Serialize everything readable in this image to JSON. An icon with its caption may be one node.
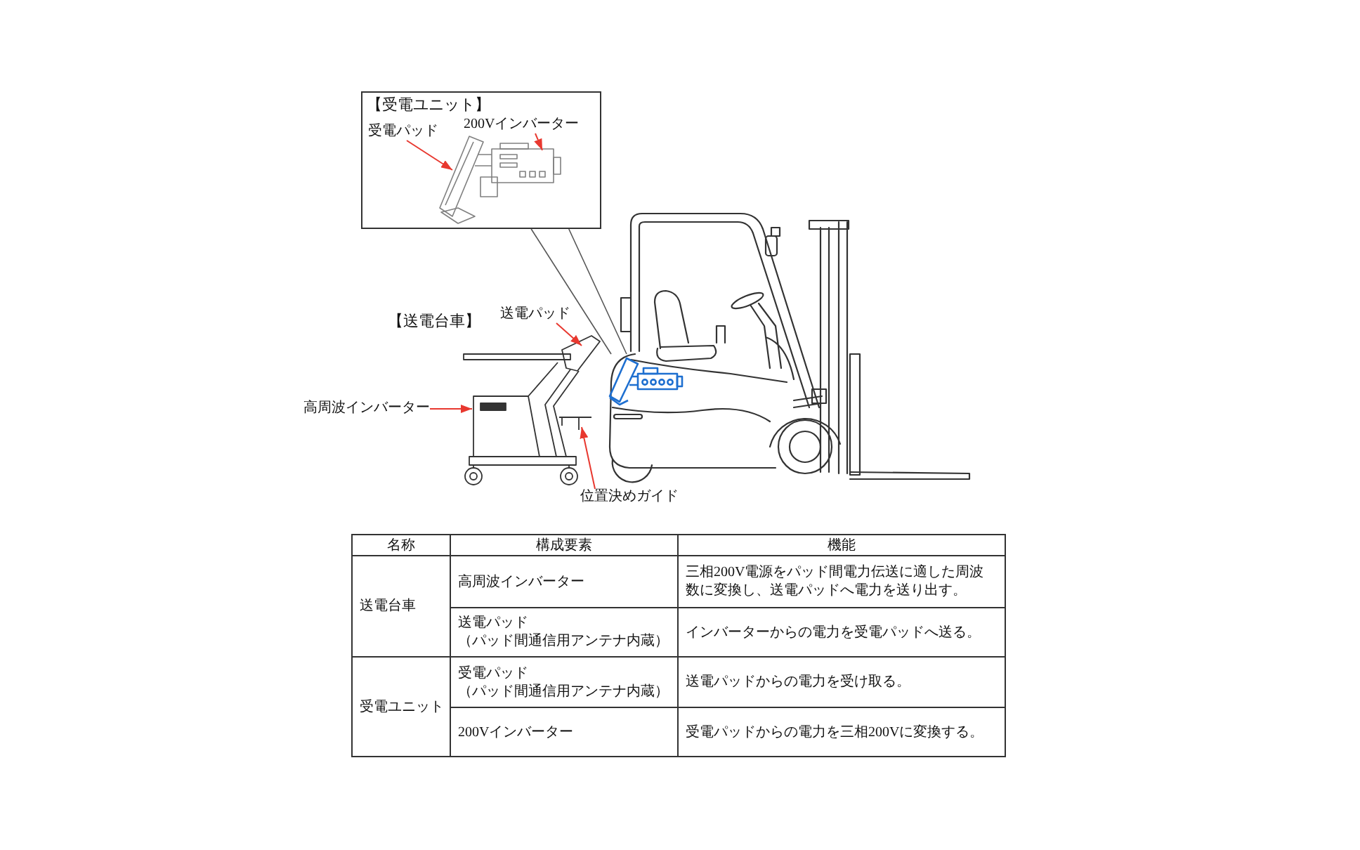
{
  "diagram": {
    "nodes": [
      {
        "text": [
          "【受電ユニット】"
        ]
      },
      {
        "text": [
          "受電パッド"
        ],
        "in": 0
      },
      {
        "text": [
          "200Vインバーター"
        ],
        "in": 0
      },
      {
        "text": [],
        "shape": "picture",
        "in": 0
      },
      {
        "text": [
          "送電パッド"
        ]
      },
      {
        "text": [
          "高周波インバーター"
        ]
      },
      {
        "text": [
          "位置決めガイド"
        ]
      },
      {
        "text": [],
        "shape": "picture"
      },
      {
        "text": [],
        "shape": "picture"
      },
      {
        "text": [],
        "shape": "picture",
        "in": 8
      }
    ],
    "edges": [
      {
        "from": 1,
        "to": 3,
        "arrow": "to"
      },
      {
        "from": 2,
        "to": 3,
        "arrow": "to"
      },
      {
        "from": 4,
        "to": 7,
        "arrow": "to"
      },
      {
        "from": 5,
        "to": 7,
        "arrow": "to"
      },
      {
        "from": 6,
        "to": 7,
        "arrow": "to"
      },
      {
        "from": 0,
        "to": 9,
        "arrow": "none",
        "color": "#555555"
      },
      {
        "from": 0,
        "to": 9,
        "arrow": "none",
        "color": "#555555"
      }
    ],
    "labels": [
      "【送電台車】",
      "名称",
      "構成要素",
      "機能",
      "送電台車",
      "高周波インバーター",
      "三相200V電源をパッド間電力伝送に適した周波数に変換し、送電パッドへ電力を送り出す。",
      "送電パッド",
      "（パッド間通信用アンテナ内蔵）",
      "インバーターからの電力を受電パッドへ送る。",
      "受電ユニット",
      "受電パッド",
      "（パッド間通信用アンテナ内蔵）",
      "送電パッドからの電力を受け取る。",
      "200Vインバーター",
      "受電パッドからの電力を三相200Vに変換する。"
    ]
  }
}
